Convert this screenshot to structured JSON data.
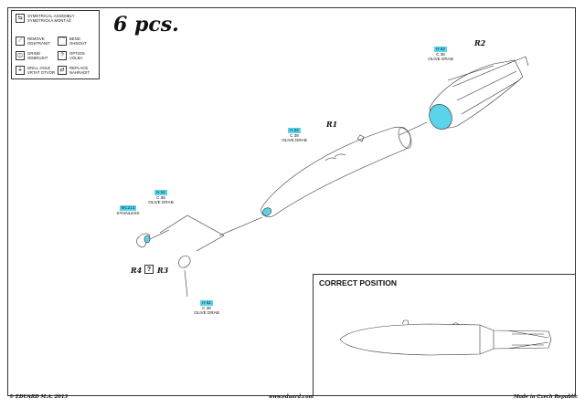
{
  "title": "6 pcs.",
  "legend": {
    "items": [
      {
        "icon": "symmetrical-assembly-icon",
        "text": "SYMETRICAL ASSEMBLY SYMETRICKÁ MONTÁŽ"
      },
      {
        "icon": "remove-icon",
        "text": "REMOVE ODSTRANIT"
      },
      {
        "icon": "bend-icon",
        "text": "BEND OHNOUT"
      },
      {
        "icon": "grind-icon",
        "text": "GRIND ODBRUSIT"
      },
      {
        "icon": "option-icon",
        "text": "OPTION VOLBA"
      },
      {
        "icon": "drill-hole-icon",
        "text": "DRILL HOLE VRTAT OTVOR"
      },
      {
        "icon": "replace-icon",
        "text": "REPLACE NAHRADIT"
      }
    ],
    "option_glyph": "?"
  },
  "parts": {
    "r1": "R1",
    "r2": "R2",
    "r3": "R3",
    "r4": "R4",
    "option": "?"
  },
  "paints": {
    "r2": {
      "code": "H 52",
      "line1": "C 38",
      "line2": "OLIVE DRAB"
    },
    "r1": {
      "code": "H 52",
      "line1": "C 38",
      "line2": "OLIVE DRAB"
    },
    "nose": {
      "code": "H 52",
      "line1": "C 38",
      "line2": "OLIVE DRAB"
    },
    "fuse": {
      "code": "MC213",
      "line1": "STAINLESS"
    },
    "r3": {
      "code": "H 52",
      "line1": "C 38",
      "line2": "OLIVE DRAB"
    }
  },
  "correct_position": {
    "title": "CORRECT POSITION"
  },
  "footer": {
    "left": "© EDUARD  M.A. 2013",
    "center": "www.eduard.com",
    "right": "Made in Czech Republic"
  },
  "colors": {
    "paint_highlight": "#5bd3ea",
    "line": "#333333"
  }
}
